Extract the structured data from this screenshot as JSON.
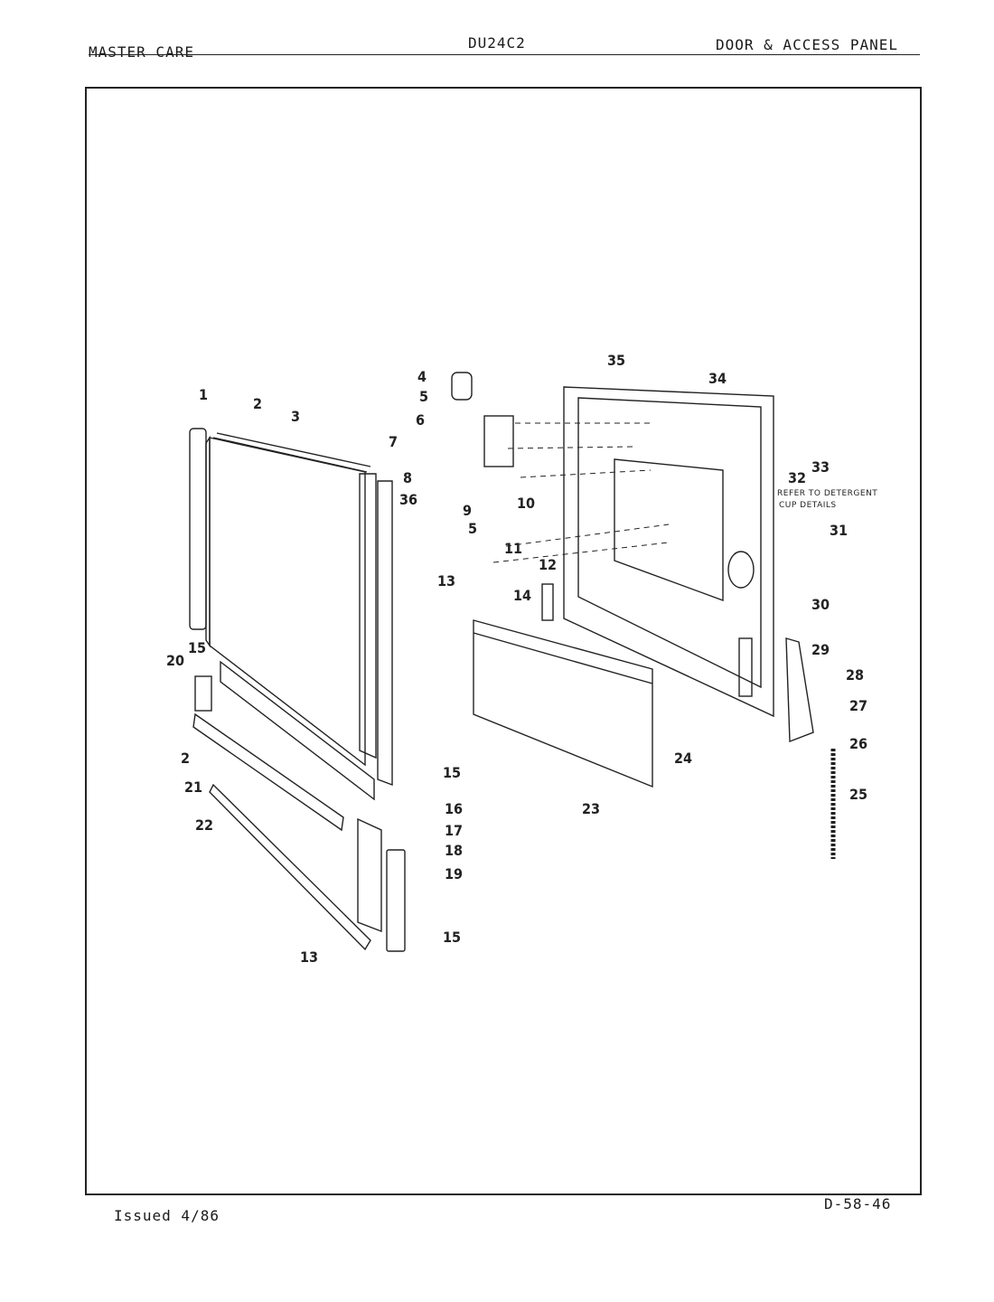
{
  "header": {
    "left": "MASTER CARE",
    "center": "DU24C2",
    "right": "DOOR & ACCESS PANEL"
  },
  "footer": {
    "left": "Issued 4/86",
    "right": "D-58-46"
  },
  "note": {
    "line1": "REFER TO DETERGENT",
    "line2": "CUP DETAILS"
  },
  "callouts": {
    "c1": "1",
    "c2a": "2",
    "c3": "3",
    "c4": "4",
    "c5a": "5",
    "c6": "6",
    "c7": "7",
    "c8": "8",
    "c36": "36",
    "c9": "9",
    "c10": "10",
    "c5b": "5",
    "c11": "11",
    "c12": "12",
    "c13a": "13",
    "c14": "14",
    "c15a": "15",
    "c20": "20",
    "c2b": "2",
    "c21": "21",
    "c22": "22",
    "c15b": "15",
    "c16": "16",
    "c17": "17",
    "c18": "18",
    "c19": "19",
    "c15c": "15",
    "c13b": "13",
    "c35": "35",
    "c34": "34",
    "c32": "32",
    "c33": "33",
    "c31": "31",
    "c30": "30",
    "c29": "29",
    "c28": "28",
    "c27": "27",
    "c26": "26",
    "c25": "25",
    "c24": "24",
    "c23": "23"
  }
}
